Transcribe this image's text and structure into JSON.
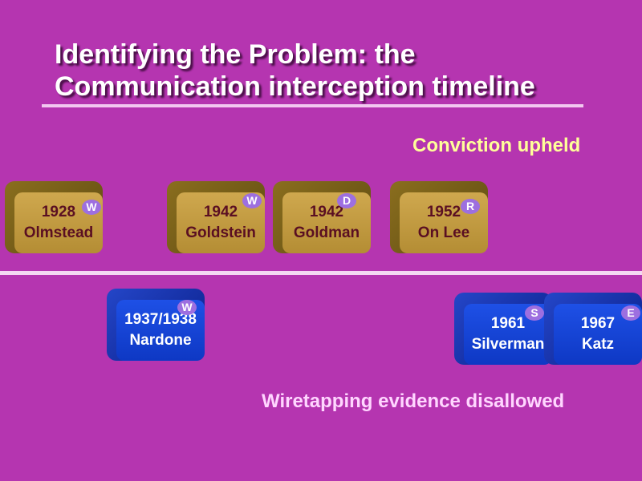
{
  "title": {
    "line1": "Identifying the Problem: the",
    "line2": "Communication interception timeline"
  },
  "labels": {
    "upper": "Conviction upheld",
    "lower": "Wiretapping evidence disallowed"
  },
  "cases_upheld": [
    {
      "year": "1928",
      "name": "Olmstead",
      "badge": "W"
    },
    {
      "year": "1942",
      "name": "Goldstein",
      "badge": "W"
    },
    {
      "year": "1942",
      "name": "Goldman",
      "badge": "D"
    },
    {
      "year": "1952",
      "name": "On Lee",
      "badge": "R"
    }
  ],
  "cases_disallowed": [
    {
      "year": "1937/1938",
      "name": "Nardone",
      "badge": "W"
    },
    {
      "year": "1961",
      "name": "Silverman",
      "badge": "S"
    },
    {
      "year": "1967",
      "name": "Katz",
      "badge": "E"
    }
  ],
  "colors": {
    "background": "#b535b0",
    "upheld_block": "#c49a40",
    "disallowed_block": "#1a46d8",
    "badge": "#9d6fe0",
    "upheld_label": "#ffff99",
    "disallowed_label": "#ffd6ff"
  }
}
